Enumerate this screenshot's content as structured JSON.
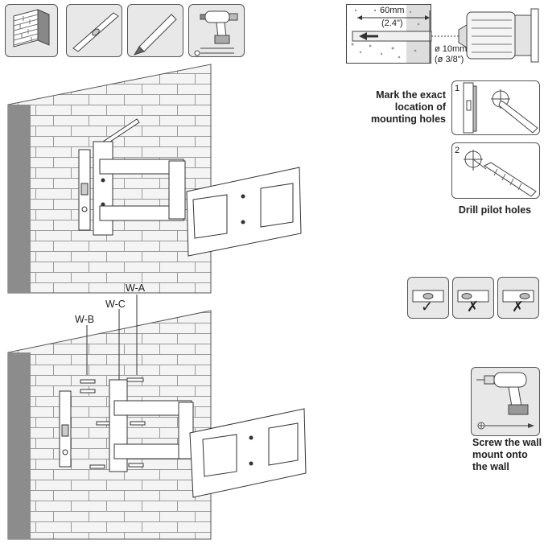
{
  "tools": [
    {
      "icon": "brick-wall-icon"
    },
    {
      "icon": "spirit-level-icon"
    },
    {
      "icon": "pencil-icon"
    },
    {
      "icon": "drill-icon"
    }
  ],
  "drill_spec": {
    "depth_mm": "60mm",
    "depth_in": "(2.4\")",
    "diameter_mm": "ø 10mm",
    "diameter_in": "(ø 3/8\")"
  },
  "steps": [
    {
      "number": "1",
      "text_lines": [
        "Mark the exact",
        "location of",
        "mounting holes"
      ]
    },
    {
      "number": "2",
      "text_lines": [
        "Drill pilot holes"
      ]
    }
  ],
  "screw_labels": {
    "a": "W-A",
    "b": "W-B",
    "c": "W-C"
  },
  "level_check": {
    "ok_mark": "✓",
    "bad_mark": "✗"
  },
  "final_step": {
    "text_lines": [
      "Screw the wall",
      "mount onto",
      "the wall"
    ]
  },
  "colors": {
    "brick_fill": "#f4f4f4",
    "mortar": "#9a9a9a",
    "wall_side": "#8c8c8c",
    "panel_grey": "#e8e8e8"
  }
}
